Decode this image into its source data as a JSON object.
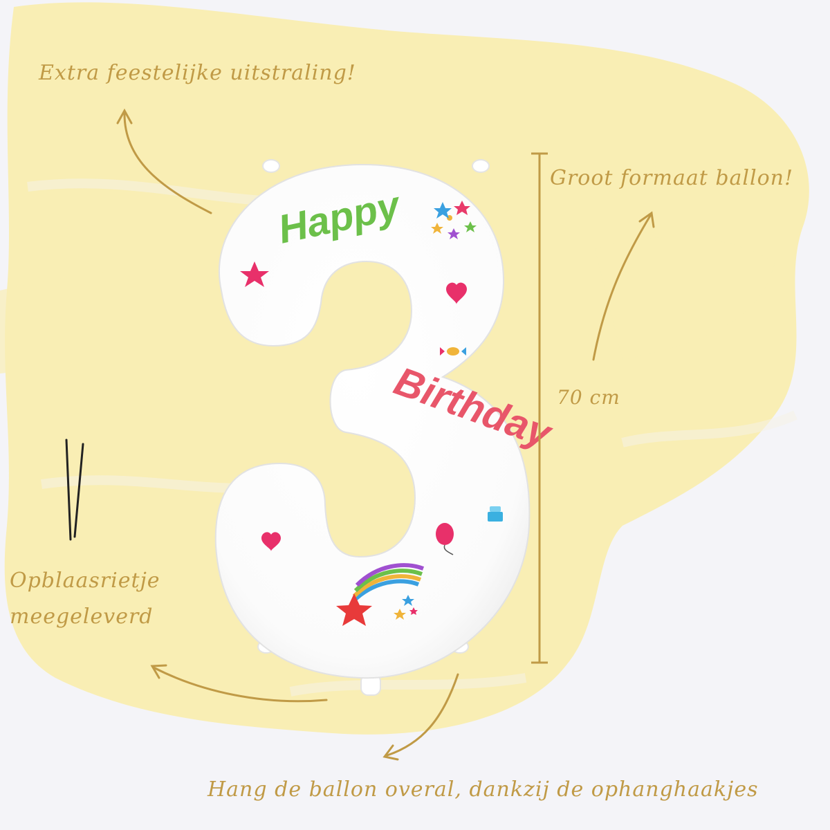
{
  "captions": {
    "festive": "Extra feestelijke uitstraling!",
    "large_size": "Groot formaat ballon!",
    "dimension": "70 cm",
    "straw_line1": "Opblaasrietje",
    "straw_line2": "meegeleverd",
    "hang": "Hang de ballon overal, dankzij de ophanghaakjes"
  },
  "balloon": {
    "number": "3",
    "word_happy": "Happy",
    "word_birthday": "Birthday"
  },
  "colors": {
    "background": "#f4f4f8",
    "paint_splash": "#f9eeb4",
    "accent_gold": "#c09a46",
    "balloon_white": "#ffffff"
  }
}
